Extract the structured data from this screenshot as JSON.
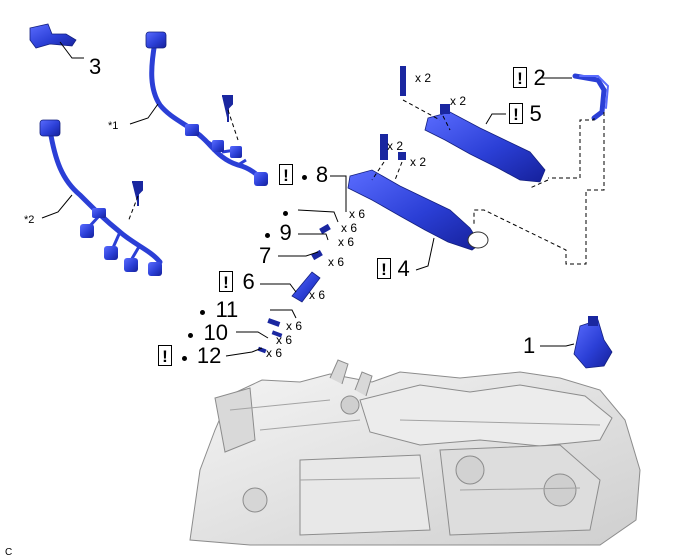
{
  "colors": {
    "part_fill": "#2b3fd6",
    "part_dark": "#1a27a0",
    "engine_fill": "#e3e3e3",
    "engine_line": "#8c8c8c"
  },
  "icons": {
    "caution": "exclamation-box",
    "nonreusable": "bullet-dot"
  },
  "callouts": {
    "c1": {
      "number": "1"
    },
    "c2": {
      "number": "2"
    },
    "c3": {
      "number": "3"
    },
    "c4": {
      "number": "4"
    },
    "c5": {
      "number": "5"
    },
    "c6": {
      "number": "6",
      "qty": "x 6"
    },
    "c7": {
      "number": "7",
      "qty": "x 6"
    },
    "c8": {
      "number": "8",
      "qty": "x 6"
    },
    "c9": {
      "number": "9",
      "qty": "x 6"
    },
    "c10": {
      "number": "10",
      "qty": "x 6"
    },
    "c11": {
      "number": "11",
      "qty": "x 6"
    },
    "c12": {
      "number": "12",
      "qty": "x 6"
    },
    "unnamed_gasket": {
      "qty": "x 6"
    }
  },
  "bolts": {
    "q5a": "x 2",
    "q5b": "x 2",
    "q4a": "x 2",
    "q4b": "x 2"
  },
  "star_labels": {
    "s1": "*1",
    "s2": "*2"
  },
  "bang_glyph": "!",
  "corner_code": "C"
}
